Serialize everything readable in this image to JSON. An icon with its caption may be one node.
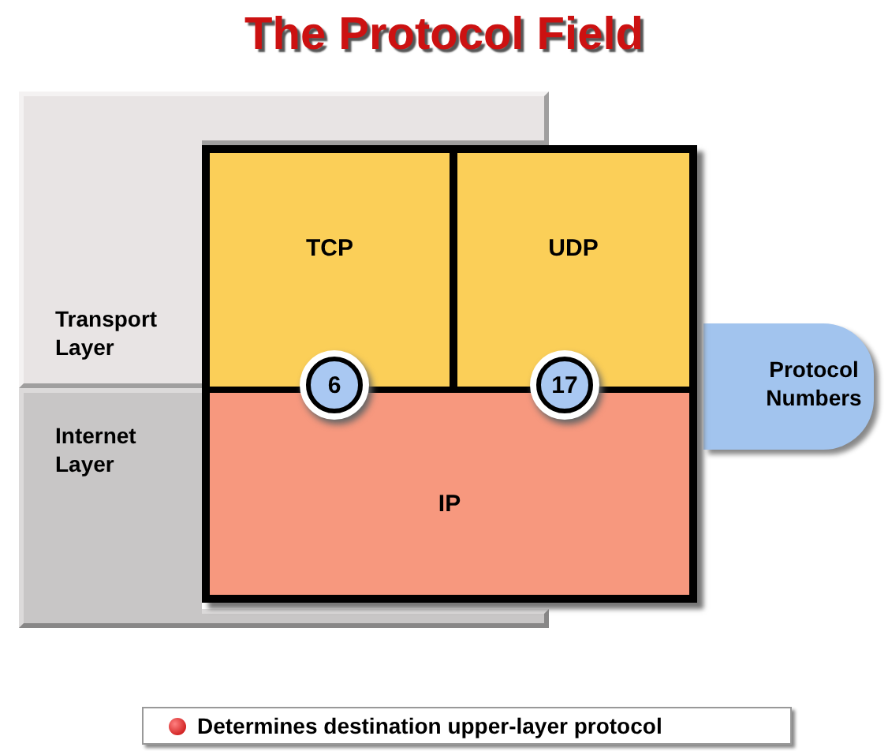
{
  "diagram": {
    "title": "The Protocol Field",
    "nodes": [
      {
        "text": [
          "Transport Layer"
        ]
      },
      {
        "text": [
          "Internet Layer"
        ]
      },
      {
        "text": [
          "TCP"
        ]
      },
      {
        "text": [
          "UDP"
        ]
      },
      {
        "text": [
          "IP"
        ]
      },
      {
        "text": [
          "6"
        ]
      },
      {
        "text": [
          "17"
        ]
      },
      {
        "text": [
          "Protocol Numbers"
        ]
      }
    ],
    "labels": [
      "Determines destination upper-layer protocol"
    ]
  }
}
